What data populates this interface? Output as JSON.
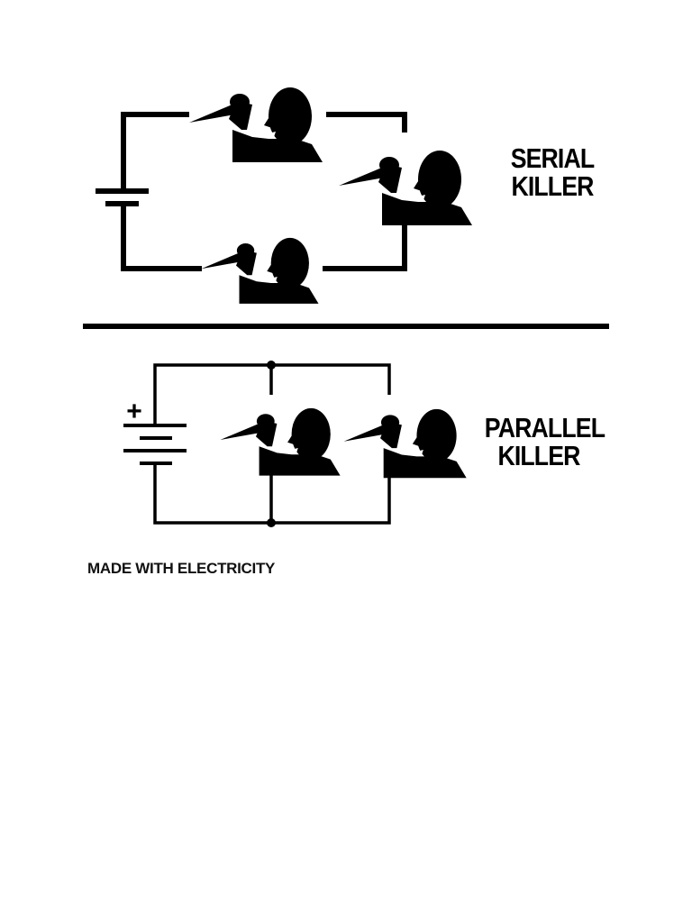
{
  "colors": {
    "ink": "#000000",
    "background": "#ffffff"
  },
  "icons": {
    "figure": "knife-wielding-man-silhouette-icon",
    "battery": "battery-symbol-icon"
  },
  "serial_section": {
    "label_line1": "SERIAL",
    "label_line2": "KILLER"
  },
  "parallel_section": {
    "label_line1": "PARALLEL",
    "label_line2": "KILLER",
    "battery_polarity": "+"
  },
  "footer": {
    "caption": "MADE WITH ELECTRICITY"
  }
}
